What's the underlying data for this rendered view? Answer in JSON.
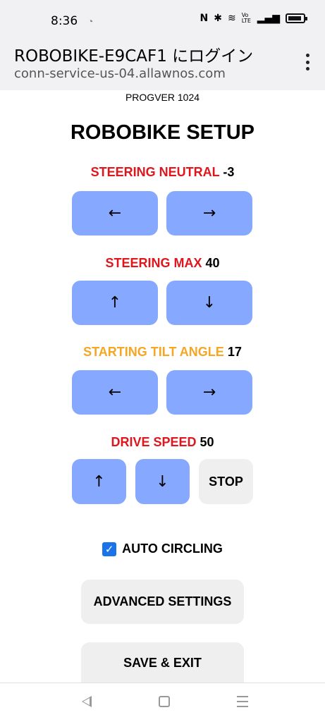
{
  "statusbar": {
    "time": "8:36",
    "left_icon": "wifi-question-icon",
    "right_icons": [
      "nfc-icon",
      "bluetooth-icon",
      "wifi-icon",
      "volte-icon",
      "signal-icon",
      "battery-icon"
    ],
    "volte_text": "Vo LTE"
  },
  "header": {
    "title": "ROBOBIKE-E9CAF1 にログイン",
    "url": "conn-service-us-04.allawnos.com"
  },
  "page": {
    "progver": "PROGVER 1024",
    "title": "ROBOBIKE SETUP",
    "steering_neutral": {
      "label": "STEERING NEUTRAL",
      "value": "-3",
      "color": "#e0161d",
      "btn_left": "←",
      "btn_right": "→"
    },
    "steering_max": {
      "label": "STEERING MAX",
      "value": "40",
      "color": "#e0161d",
      "btn_up": "↑",
      "btn_down": "↓"
    },
    "tilt_angle": {
      "label": "STARTING TILT ANGLE",
      "value": "17",
      "color": "#f5a623",
      "btn_left": "←",
      "btn_right": "→"
    },
    "drive_speed": {
      "label": "DRIVE SPEED",
      "value": "50",
      "color": "#e0161d",
      "btn_up": "↑",
      "btn_down": "↓",
      "btn_stop": "STOP"
    },
    "auto_circling": {
      "label": "AUTO CIRCLING",
      "checked": true,
      "check_glyph": "✓"
    },
    "advanced_settings": "ADVANCED SETTINGS",
    "save_exit": "SAVE & EXIT"
  },
  "colors": {
    "button_blue": "#86a8ff",
    "button_gray": "#efefef",
    "checkbox_blue": "#1a73e8"
  }
}
